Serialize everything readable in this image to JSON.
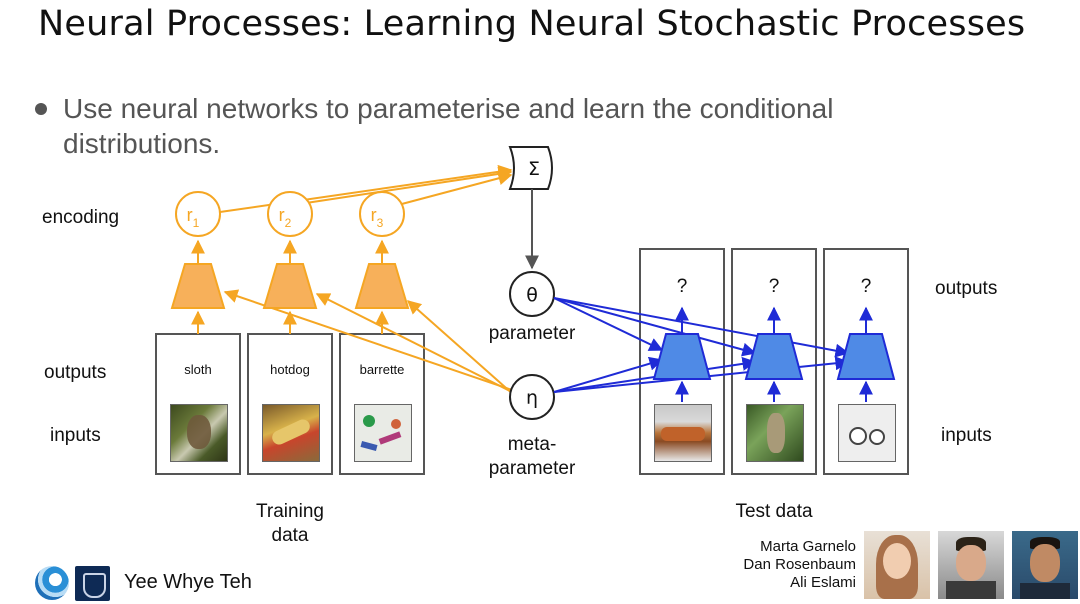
{
  "title": "Neural Processes: Learning Neural Stochastic Processes",
  "bullet": "Use neural networks to parameterise and learn the conditional distributions.",
  "row_labels": {
    "encoding": "encoding",
    "outputs_left": "outputs",
    "inputs_left": "inputs",
    "outputs_right": "outputs",
    "inputs_right": "inputs"
  },
  "encodings": [
    {
      "base": "r",
      "sub": "1"
    },
    {
      "base": "r",
      "sub": "2"
    },
    {
      "base": "r",
      "sub": "3"
    }
  ],
  "aggregator": "Σ",
  "theta": {
    "symbol": "θ",
    "label": "parameter"
  },
  "eta": {
    "symbol": "η",
    "label_line1": "meta-",
    "label_line2": "parameter"
  },
  "training": {
    "caption_line1": "Training",
    "caption_line2": "data",
    "items": [
      {
        "label": "sloth",
        "image": "sloth-photo"
      },
      {
        "label": "hotdog",
        "image": "hotdog-photo"
      },
      {
        "label": "barrette",
        "image": "barrette-photo"
      }
    ]
  },
  "test": {
    "caption": "Test data",
    "items": [
      {
        "label": "?",
        "image": "hotdog-photo"
      },
      {
        "label": "?",
        "image": "sloth-photo"
      },
      {
        "label": "?",
        "image": "barrette-photo"
      }
    ]
  },
  "colors": {
    "encoder": "#f5a623",
    "encoder_fill": "#f7b05a",
    "decoder": "#1f2bd6",
    "decoder_fill": "#4f8ae6",
    "aggregate": "#555555"
  },
  "authors": [
    "Marta Garnelo",
    "Dan Rosenbaum",
    "Ali Eslami"
  ],
  "presenter": "Yee Whye Teh",
  "logos": [
    "deepmind-logo",
    "oxford-crest-logo"
  ]
}
